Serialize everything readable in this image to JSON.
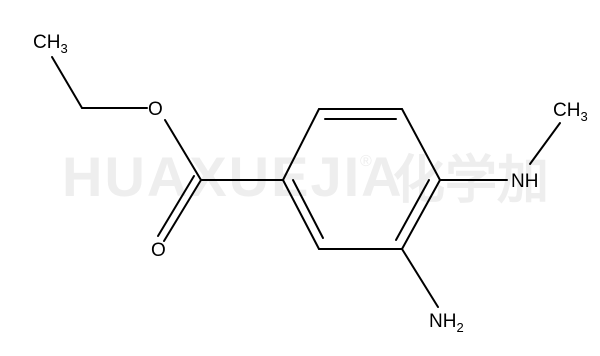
{
  "watermark": {
    "latin": "HUAXUEJIA",
    "registered": "®",
    "cjk": "化学加"
  },
  "molecule": {
    "atoms": {
      "ch3_ethyl": {
        "main": "CH",
        "sub": "3"
      },
      "ester_o": {
        "main": "O"
      },
      "carbonyl_o": {
        "main": "O"
      },
      "nh": {
        "main": "NH"
      },
      "ch3_methyl": {
        "main": "CH",
        "sub": "3"
      },
      "nh2": {
        "main": "NH",
        "sub": "2"
      }
    },
    "colors": {
      "bond": "#000000",
      "label": "#000000",
      "watermark": "#eeeeee",
      "background": "#ffffff"
    }
  }
}
